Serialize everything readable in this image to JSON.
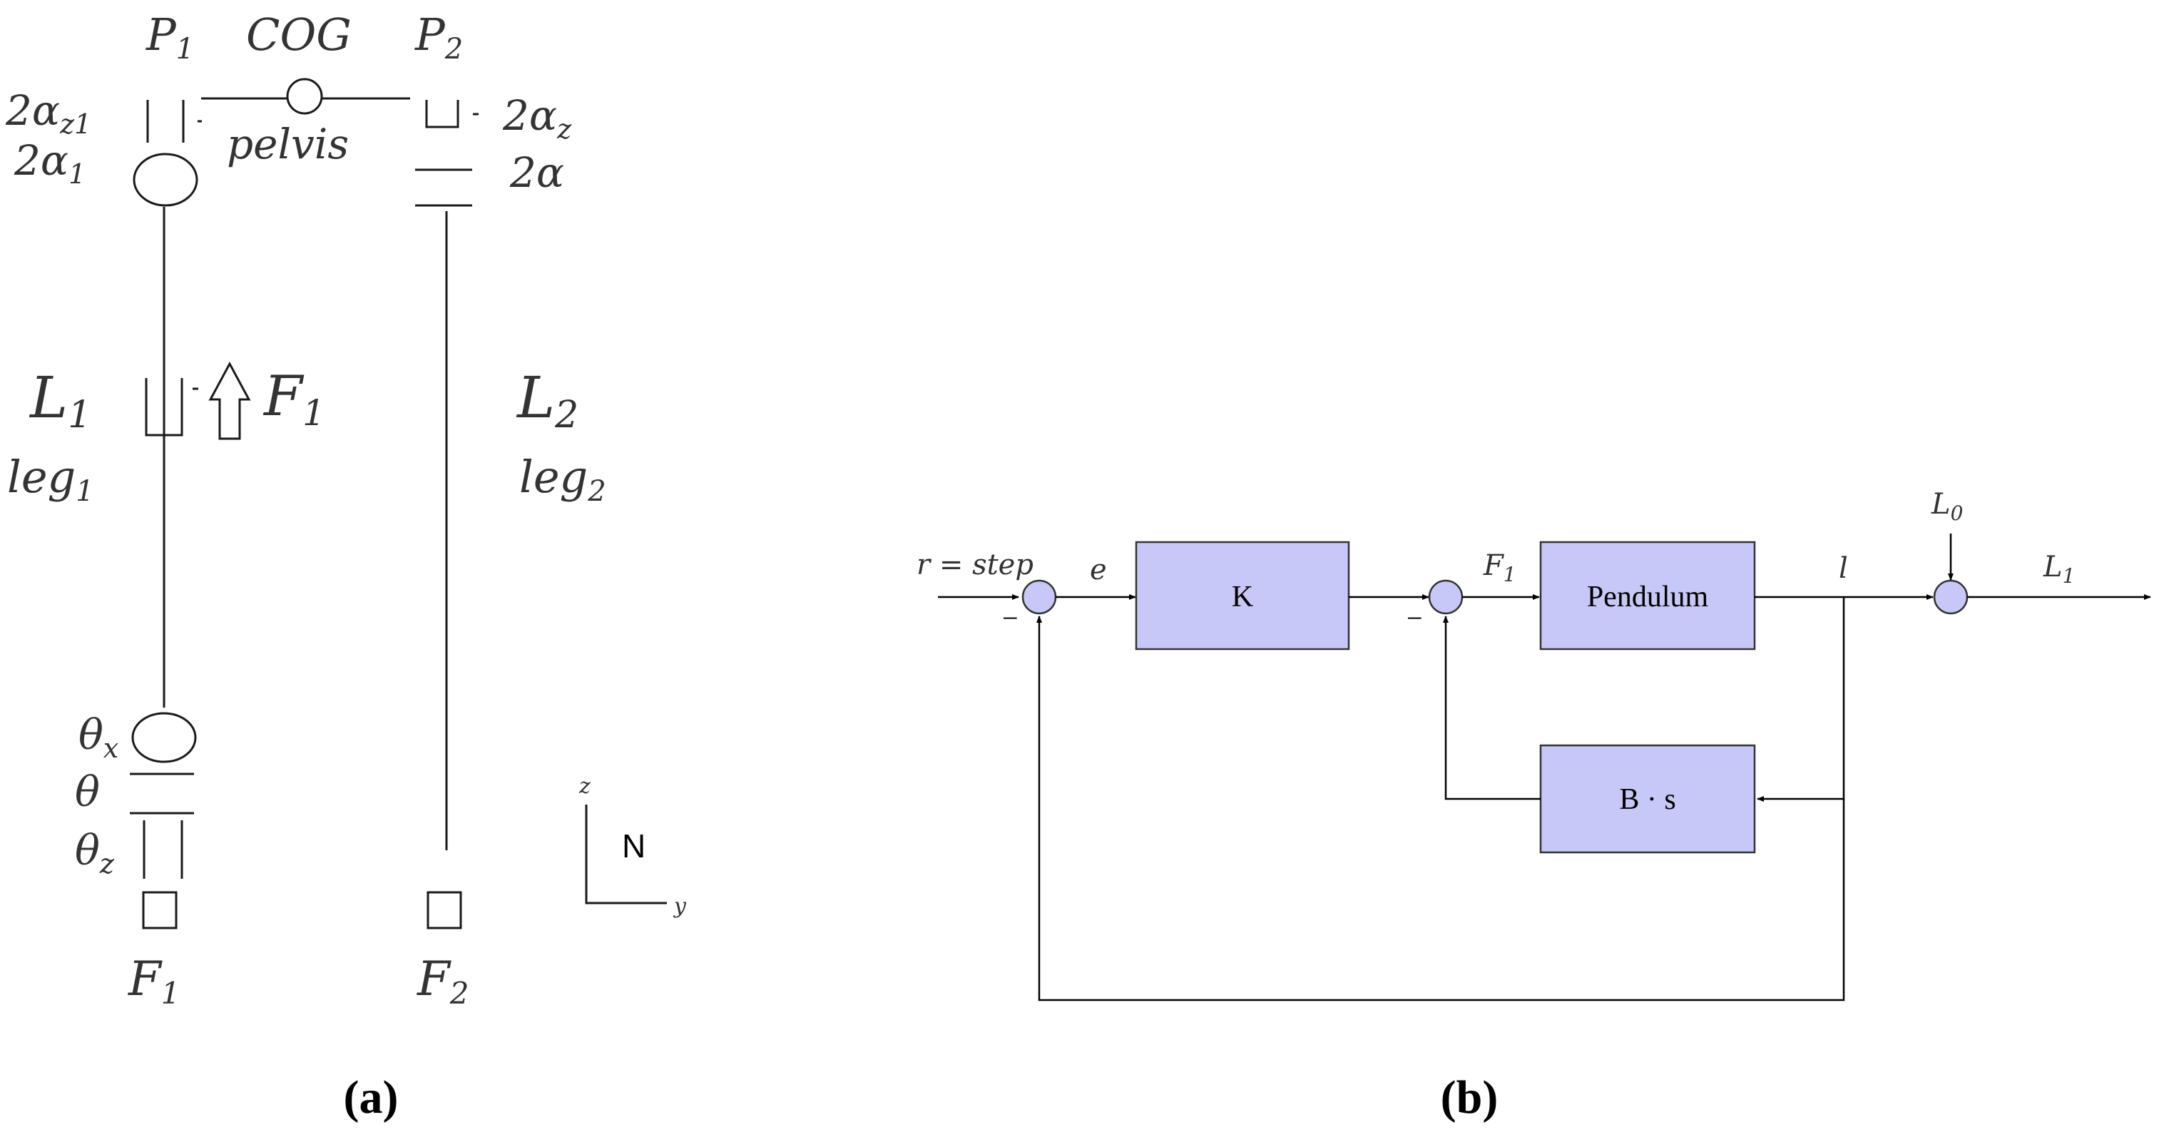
{
  "colors": {
    "block_fill": "#c8c8f8",
    "stroke": "#333333",
    "text": "#000000"
  },
  "panel_a": {
    "caption": "(a)",
    "P1": {
      "base": "P",
      "sub": "1"
    },
    "COG": "COG",
    "P2": {
      "base": "P",
      "sub": "2"
    },
    "alpha_z1": {
      "base": "2α",
      "sub": "z1"
    },
    "alpha_1": {
      "base": "2α",
      "sub": "1"
    },
    "pelvis": "pelvis",
    "alpha_z": {
      "base": "2α",
      "sub": "z"
    },
    "alpha": "2α",
    "L1": {
      "base": "L",
      "sub": "1"
    },
    "F1_force": {
      "base": "F",
      "sub": "1"
    },
    "leg1": {
      "base": "leg",
      "sub": "1"
    },
    "L2": {
      "base": "L",
      "sub": "2"
    },
    "leg2": {
      "base": "leg",
      "sub": "2"
    },
    "theta_x": {
      "base": "θ",
      "sub": "x"
    },
    "theta": "θ",
    "theta_z": {
      "base": "θ",
      "sub": "z"
    },
    "foot1": {
      "base": "F",
      "sub": "1"
    },
    "foot2": {
      "base": "F",
      "sub": "2"
    },
    "axis_z": "z",
    "axis_y": "y",
    "axis_N": "N"
  },
  "panel_b": {
    "caption": "(b)",
    "input": "r = step",
    "error": "e",
    "block_K": "K",
    "F1": {
      "base": "F",
      "sub": "1"
    },
    "block_pendulum": "Pendulum",
    "block_Bs": "B · s",
    "l": "l",
    "L0": {
      "base": "L",
      "sub": "0"
    },
    "L1": {
      "base": "L",
      "sub": "1"
    },
    "minus": "−"
  }
}
